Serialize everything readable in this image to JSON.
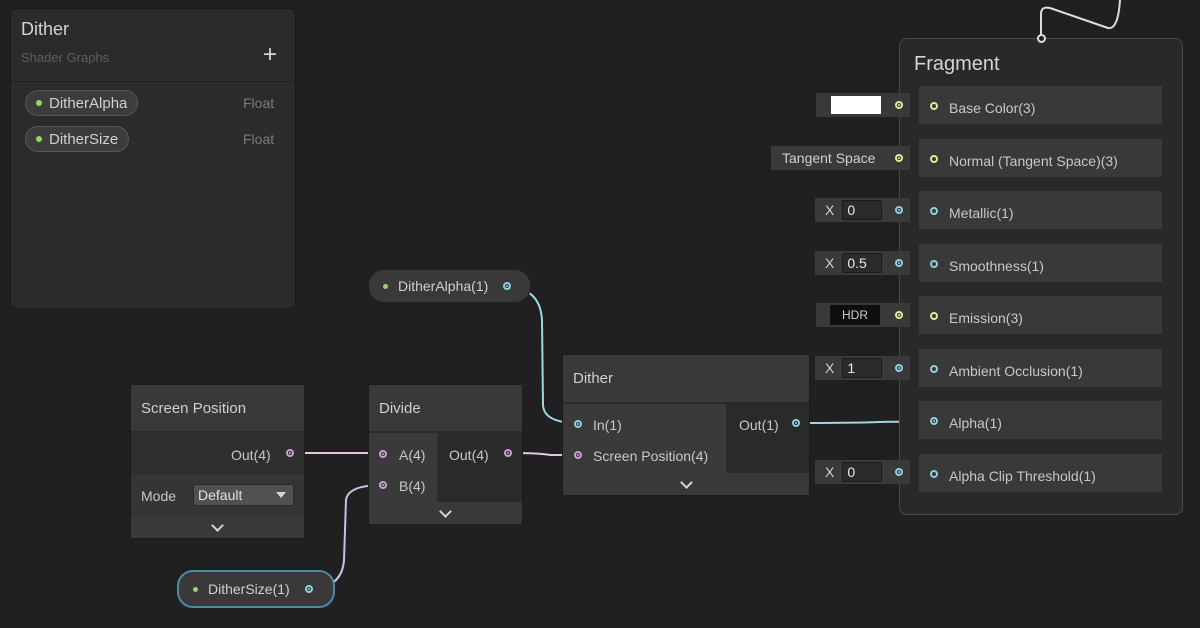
{
  "blackboard": {
    "title": "Dither",
    "subtitle": "Shader Graphs",
    "add_label": "+",
    "properties": [
      {
        "name": "DitherAlpha",
        "type": "Float"
      },
      {
        "name": "DitherSize",
        "type": "Float"
      }
    ]
  },
  "nodes": {
    "screen_position": {
      "title": "Screen Position",
      "out_label": "Out(4)",
      "mode_label": "Mode",
      "mode_value": "Default"
    },
    "divide": {
      "title": "Divide",
      "in_a": "A(4)",
      "in_b": "B(4)",
      "out_label": "Out(4)"
    },
    "dither": {
      "title": "Dither",
      "in_label": "In(1)",
      "screen_pos_label": "Screen Position(4)",
      "out_label": "Out(1)"
    },
    "dither_alpha_prop": {
      "label": "DitherAlpha(1)"
    },
    "dither_size_prop": {
      "label": "DitherSize(1)"
    }
  },
  "fragment": {
    "title": "Fragment",
    "blocks": [
      {
        "label": "Base Color(3)"
      },
      {
        "label": "Normal (Tangent Space)(3)"
      },
      {
        "label": "Metallic(1)"
      },
      {
        "label": "Smoothness(1)"
      },
      {
        "label": "Emission(3)"
      },
      {
        "label": "Ambient Occlusion(1)"
      },
      {
        "label": "Alpha(1)"
      },
      {
        "label": "Alpha Clip Threshold(1)"
      }
    ],
    "inputs": {
      "normal_space": "Tangent Space",
      "metallic_axis": "X",
      "metallic_value": "0",
      "smoothness_axis": "X",
      "smoothness_value": "0.5",
      "emission_label": "HDR",
      "ao_axis": "X",
      "ao_value": "1",
      "clip_axis": "X",
      "clip_value": "0"
    }
  },
  "colors": {
    "background": "#202020",
    "wire_vector4": "#e6c4e6",
    "wire_float": "#9fd6e0",
    "wire_vector3": "#e8e79c",
    "property_dot": "#9ad36a"
  }
}
